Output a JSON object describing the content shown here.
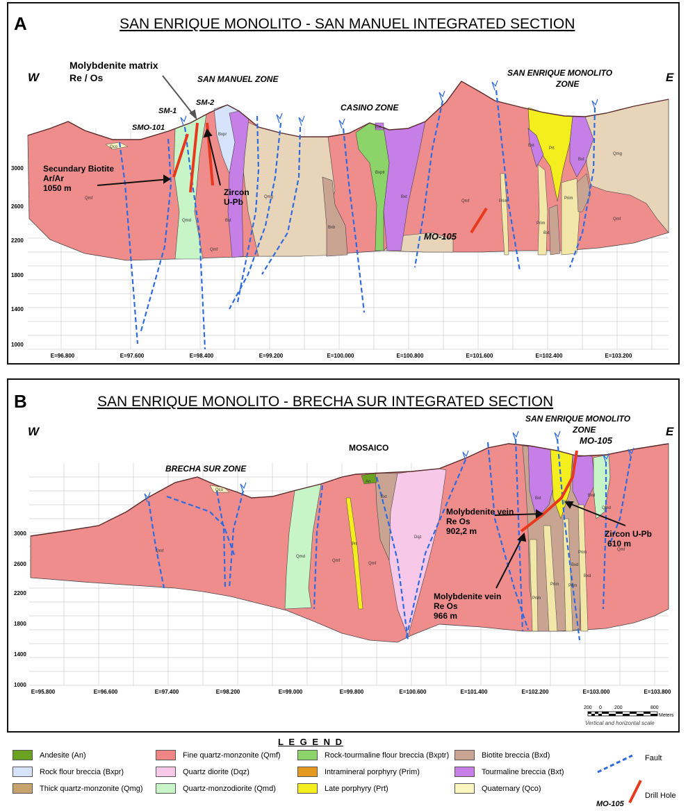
{
  "sectionA": {
    "letter": "A",
    "title": "SAN ENRIQUE MONOLITO  -  SAN MANUEL   INTEGRATED SECTION",
    "west": "W",
    "east": "E",
    "zones": [
      "SAN MANUEL  ZONE",
      "CASINO  ZONE",
      "SAN ENRIQUE MONOLITO",
      "ZONE"
    ],
    "holes": [
      "SMO-101",
      "SM-1",
      "SM-2",
      "MO-105"
    ],
    "annotations": {
      "moly_title": "Molybdenite matrix",
      "moly_sub": "Re / Os",
      "biotite_1": "Secundary Biotite",
      "biotite_2": "Ar/Ar",
      "biotite_3": "1050 m",
      "zircon_1": "Zircon",
      "zircon_2": "U-Pb"
    },
    "rock_labels": [
      "Qmf",
      "Qmd",
      "Bxt",
      "Qmf",
      "Bxpr",
      "Qmg",
      "Qco",
      "Bxt",
      "Bxptr",
      "Bxt",
      "Bxb",
      "Qmf",
      "Prim",
      "Prim",
      "Bxt",
      "Bxt",
      "Prt",
      "Qmg",
      "Qmf",
      "Bxt",
      "Prim"
    ],
    "elev_ticks": [
      "3000",
      "2600",
      "2200",
      "1800",
      "1400",
      "1000"
    ],
    "east_ticks": [
      "E=96.800",
      "E=97.600",
      "E=98.400",
      "E=99.200",
      "E=100.000",
      "E=100.800",
      "E=101.600",
      "E=102.400",
      "E=103.200"
    ]
  },
  "sectionB": {
    "letter": "B",
    "title": "SAN ENRIQUE MONOLITO  -  BRECHA SUR  INTEGRATED SECTION",
    "west": "W",
    "east": "E",
    "zones": [
      "BRECHA SUR ZONE",
      "MOSAICO",
      "SAN ENRIQUE MONOLITO",
      "ZONE"
    ],
    "holes": [
      "MO-105"
    ],
    "annotations": {
      "vein1_1": "Molybdenite vein",
      "vein1_2": "Re Os",
      "vein1_3": "902,2 m",
      "vein2_1": "Molybdenite vein",
      "vein2_2": "Re Os",
      "vein2_3": "966 m",
      "zircon_1": "Zircon  U-Pb",
      "zircon_2": "610 m"
    },
    "rock_labels": [
      "Qmf",
      "Qco",
      "Qmd",
      "Qmf",
      "Prt",
      "Qmf",
      "Bxt",
      "An",
      "Dqz",
      "Bxt",
      "Prt",
      "Bxd",
      "Qmd",
      "Qmf",
      "Prim",
      "Prim",
      "Prim",
      "Bxd",
      "Bxd",
      "Prim"
    ],
    "elev_ticks": [
      "3000",
      "2600",
      "2200",
      "1800",
      "1400",
      "1000"
    ],
    "east_ticks": [
      "E=95.800",
      "E=96.600",
      "E=97.400",
      "E=98.200",
      "E=99.000",
      "E=99.800",
      "E=100.600",
      "E=101.400",
      "E=102.200",
      "E=103.000",
      "E=103.800"
    ],
    "scale": {
      "ticks": [
        "200",
        "0",
        "200",
        "800"
      ],
      "unit": "Meters",
      "caption": "Vertical and horizontal scale"
    }
  },
  "legend": {
    "title": "L E G E N D",
    "items": [
      {
        "label": "Andesite (An)",
        "color": "#6aa121"
      },
      {
        "label": "Rock flour breccia (Bxpr)",
        "color": "#d6e3fb"
      },
      {
        "label": "Thick quartz-monzonite (Qmg)",
        "color": "#c8a36e"
      },
      {
        "label": "Fine quartz-monzonite (Qmf)",
        "color": "#ef8585"
      },
      {
        "label": "Quartz diorite (Dqz)",
        "color": "#f8c8e8"
      },
      {
        "label": "Quartz-monzodiorite (Qmd)",
        "color": "#c8f5c8"
      },
      {
        "label": "Rock-tourmaline flour breccia (Bxptr)",
        "color": "#8cd46a"
      },
      {
        "label": "Intramineral porphyry (Prim)",
        "color": "#e49a20"
      },
      {
        "label": "Late porphyry (Prt)",
        "color": "#f5ee1e"
      },
      {
        "label": "Biotite breccia (Bxd)",
        "color": "#c9a493"
      },
      {
        "label": "Tourmaline breccia (Bxt)",
        "color": "#c67fe6"
      },
      {
        "label": "Quaternary (Qco)",
        "color": "#fbf6c0"
      }
    ],
    "fault_label": "Fault",
    "drill_label": "Drill Hole",
    "drill_example": "MO-105"
  },
  "colors": {
    "qmf": "#ef8c8c",
    "qmg": "#e8d4b8",
    "fault": "#2e6be0",
    "drill": "#e8391e"
  }
}
